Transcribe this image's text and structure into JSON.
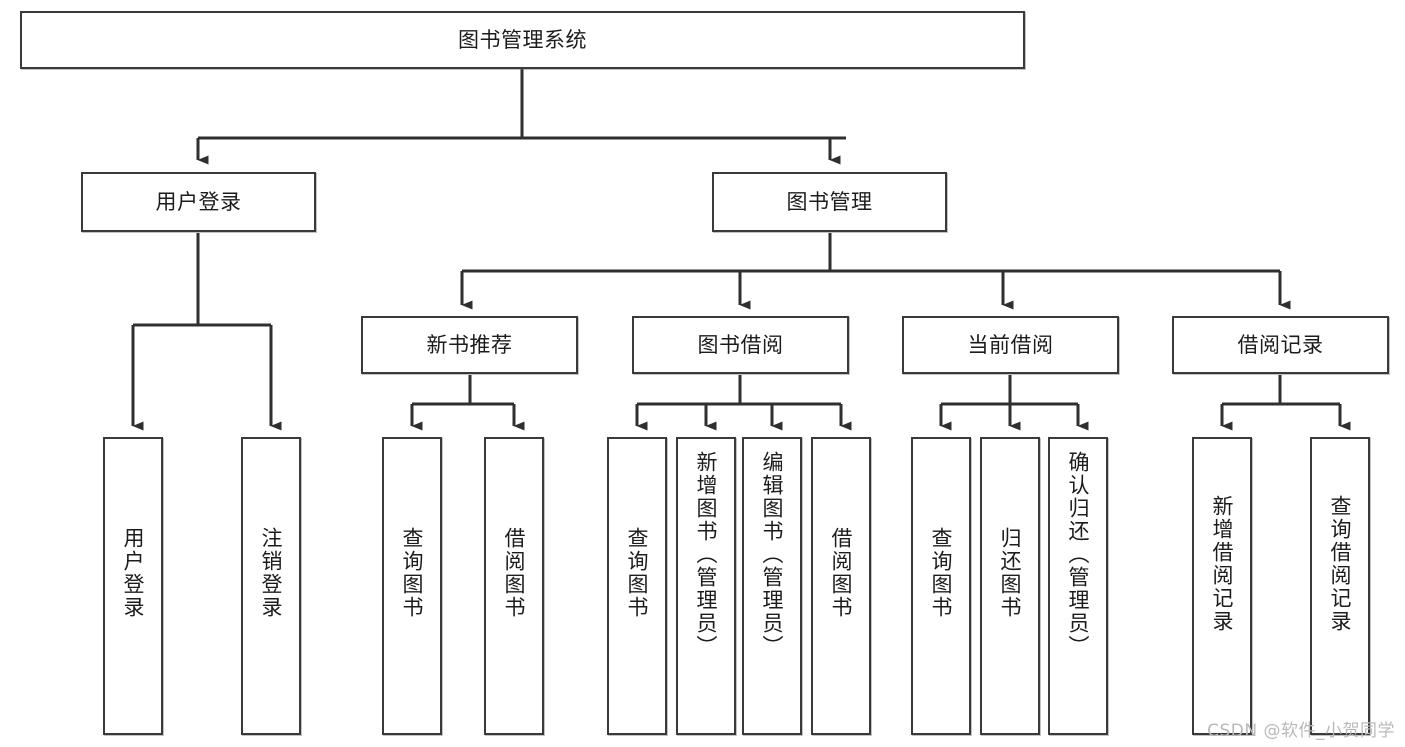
{
  "diagram": {
    "type": "tree",
    "title": "图书管理系统",
    "orientation": "top-down",
    "colors": {
      "box_border": "#3a3a3a",
      "box_fill": "#ffffff",
      "edge": "#2f2f2f",
      "text": "#1c1c1c",
      "watermark": "#b9b9b9"
    },
    "root": {
      "id": "root",
      "label": "图书管理系统",
      "orientation": "horizontal"
    },
    "level2": [
      {
        "id": "user-login",
        "label": "用户登录",
        "orientation": "horizontal"
      },
      {
        "id": "book-manage",
        "label": "图书管理",
        "orientation": "horizontal"
      }
    ],
    "level3": [
      {
        "id": "new-book-rec",
        "label": "新书推荐",
        "orientation": "horizontal",
        "parent": "book-manage"
      },
      {
        "id": "book-borrow",
        "label": "图书借阅",
        "orientation": "horizontal",
        "parent": "book-manage"
      },
      {
        "id": "current-borrow",
        "label": "当前借阅",
        "orientation": "horizontal",
        "parent": "book-manage"
      },
      {
        "id": "borrow-record",
        "label": "借阅记录",
        "orientation": "horizontal",
        "parent": "book-manage"
      }
    ],
    "leaves": [
      {
        "id": "leaf-user-login",
        "label": "用户登录",
        "orientation": "vertical",
        "parent": "user-login"
      },
      {
        "id": "leaf-user-logout",
        "label": "注销登录",
        "orientation": "vertical",
        "parent": "user-login"
      },
      {
        "id": "leaf-rec-query",
        "label": "查询图书",
        "orientation": "vertical",
        "parent": "new-book-rec"
      },
      {
        "id": "leaf-rec-borrow",
        "label": "借阅图书",
        "orientation": "vertical",
        "parent": "new-book-rec"
      },
      {
        "id": "leaf-borrow-query",
        "label": "查询图书",
        "orientation": "vertical",
        "parent": "book-borrow"
      },
      {
        "id": "leaf-borrow-add",
        "label": "新增图书（管理员）",
        "orientation": "vertical",
        "parent": "book-borrow"
      },
      {
        "id": "leaf-borrow-edit",
        "label": "编辑图书（管理员）",
        "orientation": "vertical",
        "parent": "book-borrow"
      },
      {
        "id": "leaf-borrow-lend",
        "label": "借阅图书",
        "orientation": "vertical",
        "parent": "book-borrow"
      },
      {
        "id": "leaf-cur-query",
        "label": "查询图书",
        "orientation": "vertical",
        "parent": "current-borrow"
      },
      {
        "id": "leaf-cur-return",
        "label": "归还图书",
        "orientation": "vertical",
        "parent": "current-borrow"
      },
      {
        "id": "leaf-cur-confirm",
        "label": "确认归还（管理员）",
        "orientation": "vertical",
        "parent": "current-borrow"
      },
      {
        "id": "leaf-rec-add",
        "label": "新增借阅记录",
        "orientation": "vertical",
        "parent": "borrow-record"
      },
      {
        "id": "leaf-rec-query2",
        "label": "查询借阅记录",
        "orientation": "vertical",
        "parent": "borrow-record"
      }
    ]
  },
  "watermark": "CSDN @软件_小贺同学"
}
